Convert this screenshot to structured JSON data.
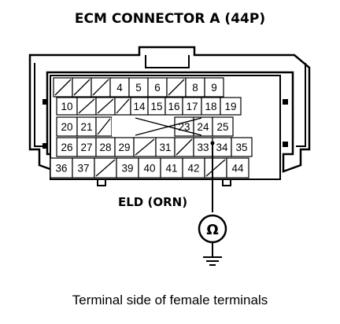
{
  "title": "ECM CONNECTOR A (44P)",
  "caption": "Terminal side of female terminals",
  "wire_label": "ELD (ORN)",
  "meter_symbol": "Ω",
  "terminals": {
    "row1": [
      "",
      "",
      "",
      "4",
      "5",
      "6",
      "",
      "8",
      "9"
    ],
    "row2": [
      "10",
      "",
      "",
      "",
      "14",
      "15",
      "16",
      "17",
      "18",
      "19"
    ],
    "row3": [
      "20",
      "21",
      "",
      "",
      "",
      "",
      "",
      "23",
      "24",
      "25"
    ],
    "row4": [
      "26",
      "27",
      "28",
      "29",
      "",
      "31",
      "",
      "33",
      "34",
      "35"
    ],
    "row5": [
      "36",
      "37",
      "",
      "39",
      "40",
      "41",
      "42",
      "",
      "44"
    ]
  },
  "highlighted_terminal": "33"
}
